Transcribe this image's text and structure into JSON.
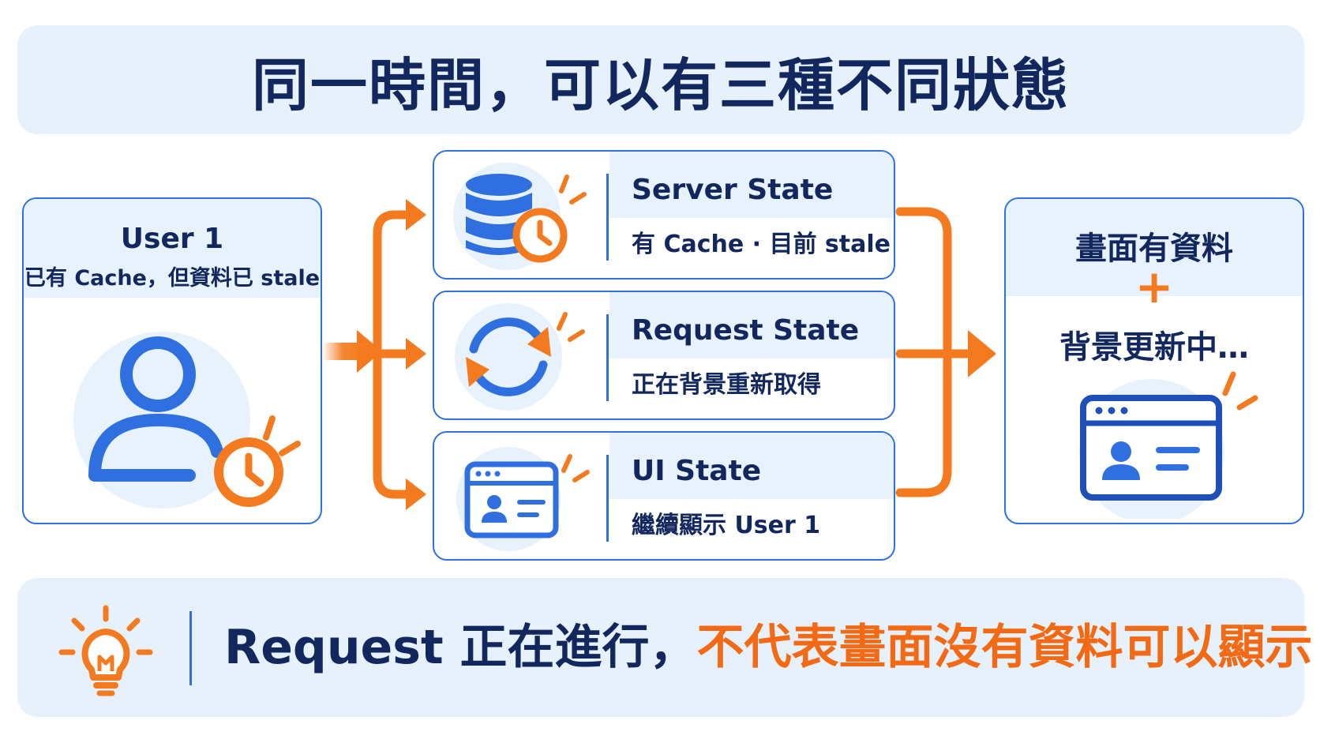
{
  "title": "同一時間，可以有三種不同狀態",
  "user": {
    "title": "User 1",
    "subtitle": "已有 Cache，但資料已 stale",
    "icon": "user-clock-icon"
  },
  "states": [
    {
      "title": "Server State",
      "subtitle": "有 Cache · 目前 stale",
      "icon": "database-clock-icon"
    },
    {
      "title": "Request State",
      "subtitle": "正在背景重新取得",
      "icon": "refresh-icon"
    },
    {
      "title": "UI State",
      "subtitle": "繼續顯示 User 1",
      "icon": "browser-profile-icon"
    }
  ],
  "result": {
    "line1": "畫面有資料",
    "plus": "+",
    "line2": "背景更新中…",
    "icon": "browser-profile-icon"
  },
  "note": {
    "part1": "Request 正在進行，",
    "part2": "不代表畫面沒有資料可以顯示",
    "icon": "lightbulb-icon"
  },
  "colors": {
    "navy": "#13275f",
    "blue": "#2f6fe0",
    "orange": "#f47a1f",
    "panel": "#e6f1fc"
  }
}
